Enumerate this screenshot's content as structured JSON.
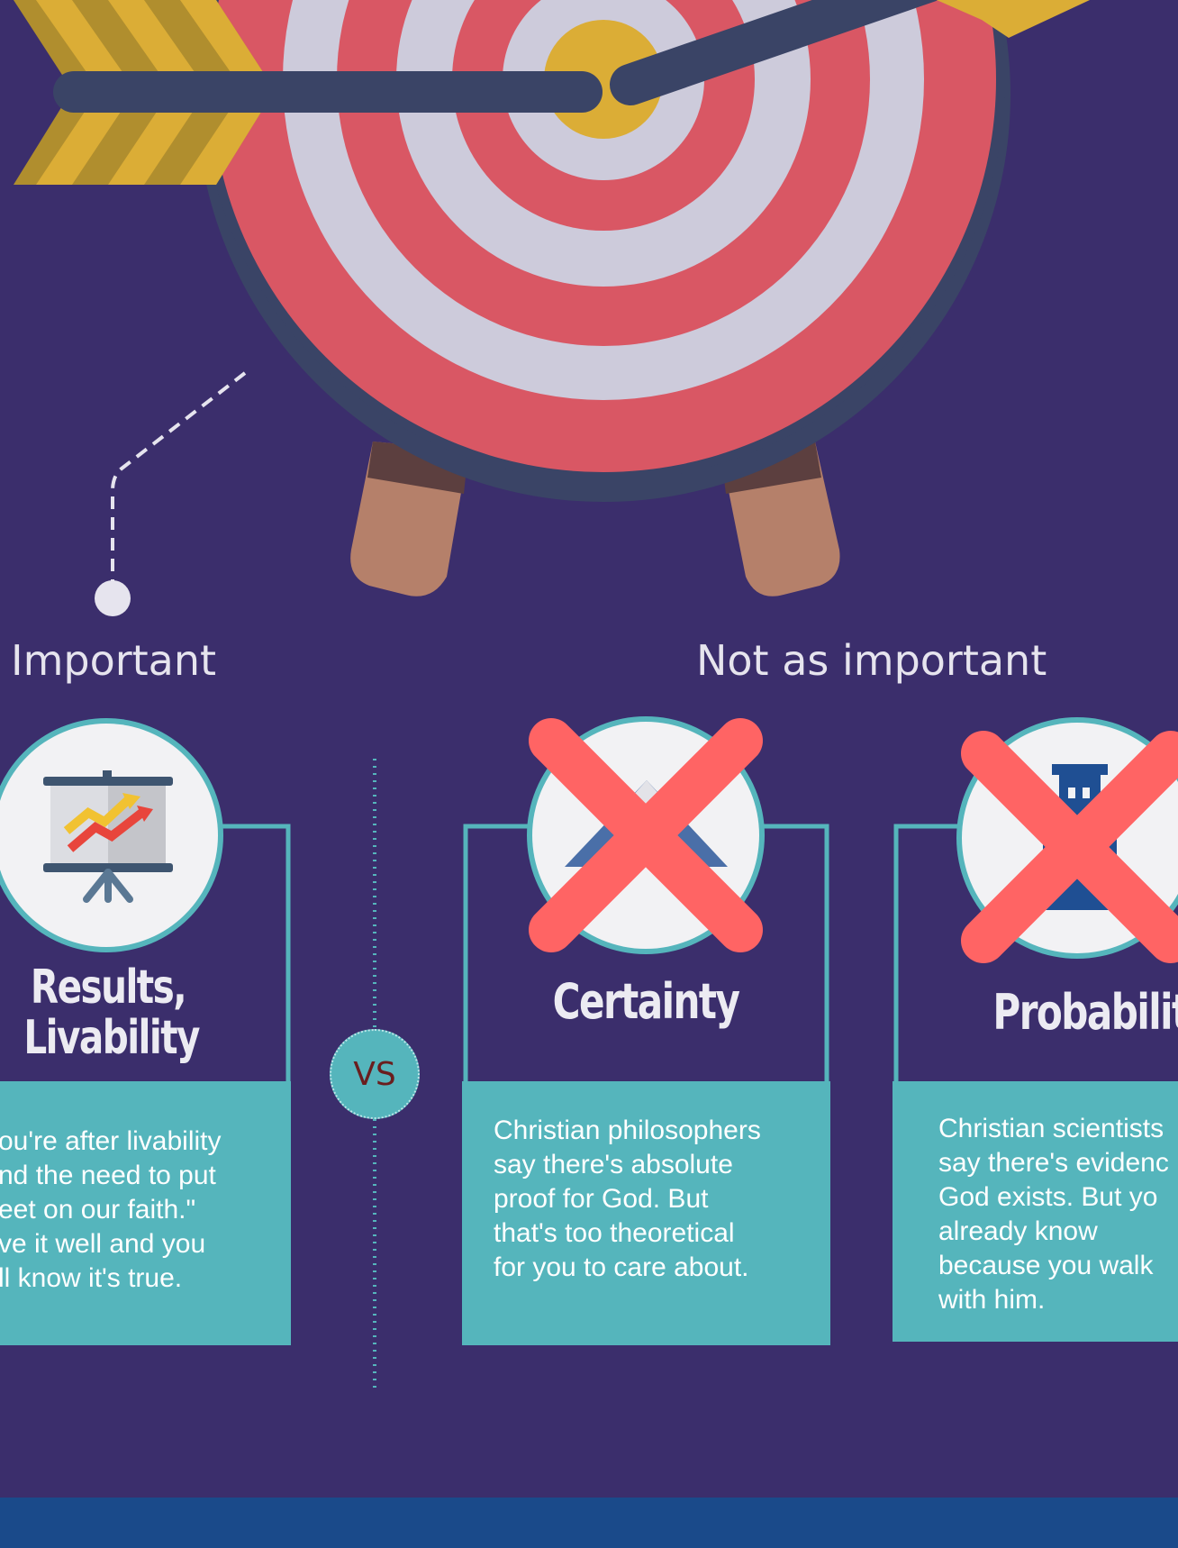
{
  "sections": {
    "important": "Important",
    "not_important": "Not as important"
  },
  "cards": [
    {
      "title_line1": "Results,",
      "title_line2": "Livability",
      "desc": [
        "ou're after livability",
        "nd the need to put",
        "eet on our faith.\"",
        "ve it well and you",
        "ll know it's true."
      ],
      "icon": "presentation-chart-icon",
      "crossed": false
    },
    {
      "title": "Certainty",
      "desc": [
        "Christian philosophers",
        "say there's absolute",
        "proof for God. But",
        "that's too theoretical",
        "for you to care about."
      ],
      "icon": "mountain-icon",
      "crossed": true
    },
    {
      "title": "Probability",
      "desc": [
        "Christian scientists",
        "say there's evidenc",
        "God exists. But yo",
        "already know",
        "because you walk",
        "with him."
      ],
      "icon": "building-icon",
      "crossed": true
    }
  ],
  "vs_label": "VS",
  "colors": {
    "background": "#3b2e6c",
    "teal": "#55b5bc",
    "target_red": "#d95764",
    "target_light": "#cdcbdb",
    "gold": "#dbad36",
    "cross": "#ff6464",
    "footer": "#1a4a8a"
  }
}
